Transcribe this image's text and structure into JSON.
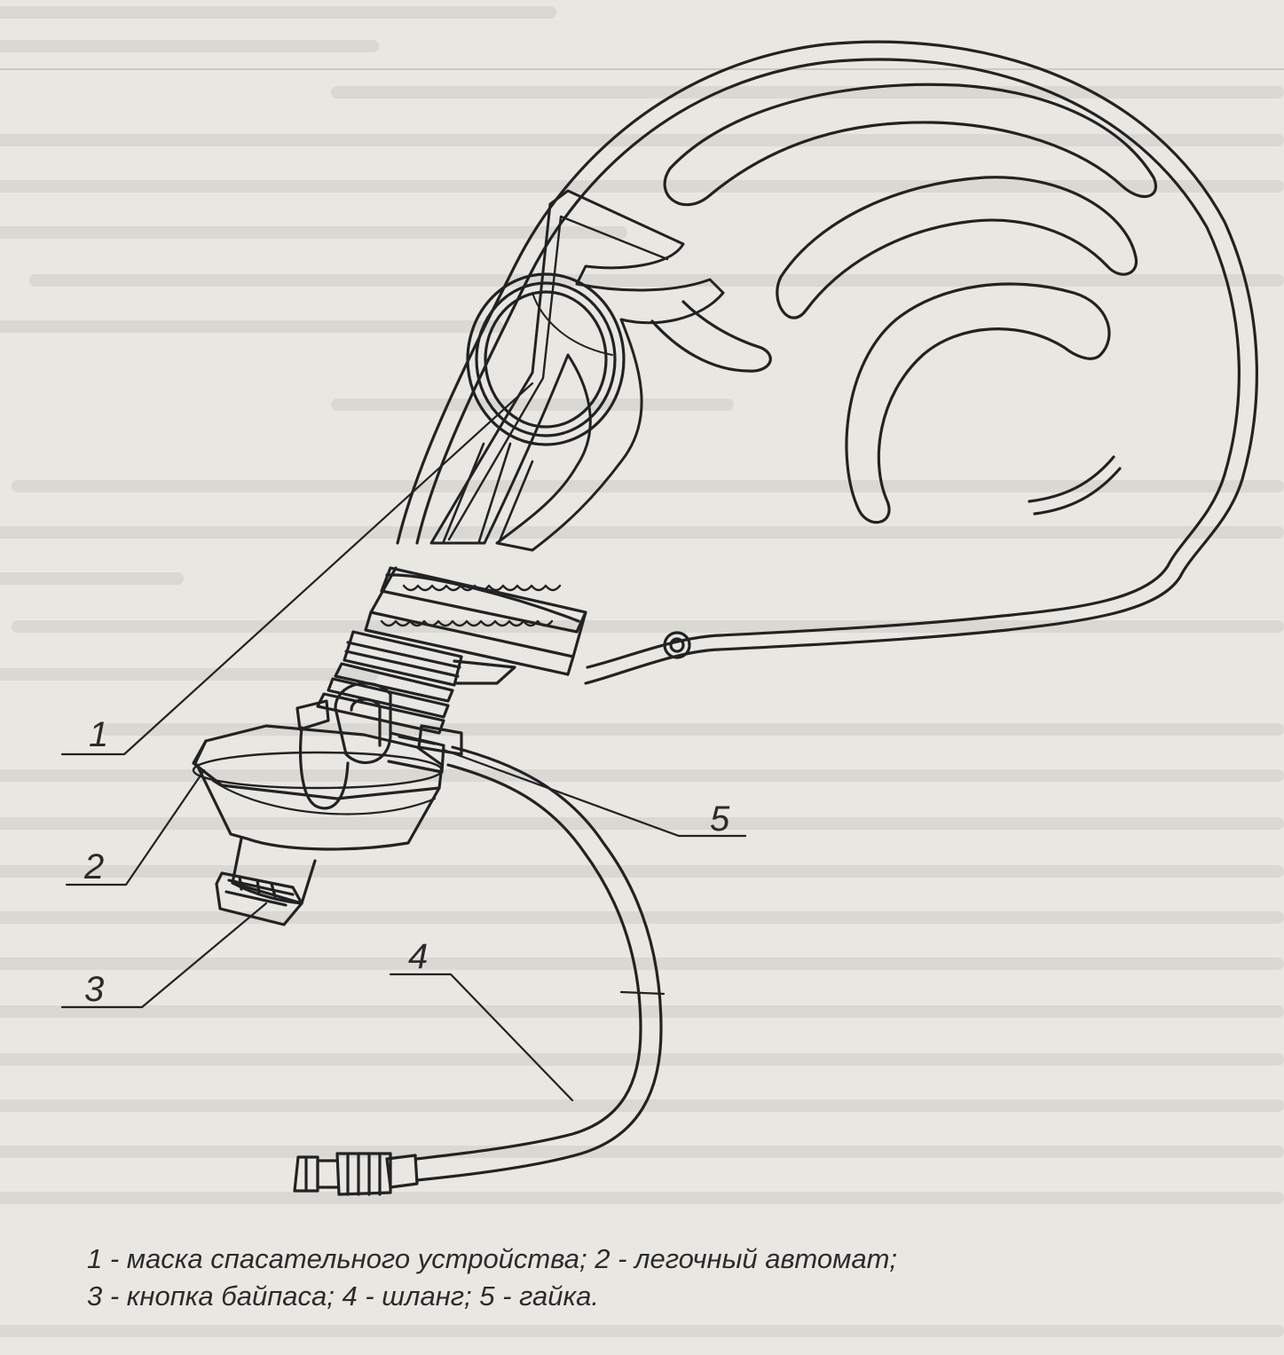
{
  "figure": {
    "callouts": [
      {
        "id": "1",
        "label": "1"
      },
      {
        "id": "2",
        "label": "2"
      },
      {
        "id": "3",
        "label": "3"
      },
      {
        "id": "4",
        "label": "4"
      },
      {
        "id": "5",
        "label": "5"
      }
    ],
    "caption": {
      "line1": "1 - маска спасательного устройства; 2 - легочный автомат;",
      "line2": "3 - кнопка байпаса; 4 - шланг; 5 - гайка."
    }
  },
  "colors": {
    "paper": "#e9e7e2",
    "ink": "#2a2a2a",
    "faded_text": "#c9c6bf"
  }
}
